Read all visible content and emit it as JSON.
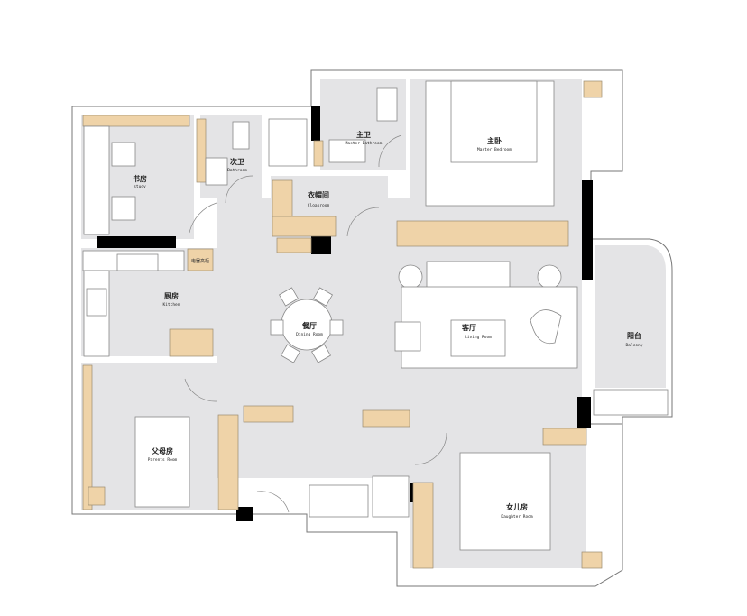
{
  "rooms": {
    "study": {
      "zh": "书房",
      "en": "study"
    },
    "bathroom": {
      "zh": "次卫",
      "en": "Bathroom"
    },
    "master_bathroom": {
      "zh": "主卫",
      "en": "Master Bathroom"
    },
    "master_bedroom": {
      "zh": "主卧",
      "en": "Master Bedroom"
    },
    "cloakroom": {
      "zh": "衣帽间",
      "en": "Cloakroom"
    },
    "kitchen": {
      "zh": "厨房",
      "en": "Kitchen"
    },
    "appliance_cabinet": {
      "zh": "电器高柜"
    },
    "dining": {
      "zh": "餐厅",
      "en": "Dining Room"
    },
    "living": {
      "zh": "客厅",
      "en": "Living Room"
    },
    "balcony": {
      "zh": "阳台",
      "en": "Balcony"
    },
    "parents": {
      "zh": "父母房",
      "en": "Parents Room"
    },
    "daughter": {
      "zh": "女儿房",
      "en": "Daughter Room"
    }
  },
  "colors": {
    "floor": "#e4e4e6",
    "cabinet": "#efd3a8",
    "wall": "#000000"
  }
}
